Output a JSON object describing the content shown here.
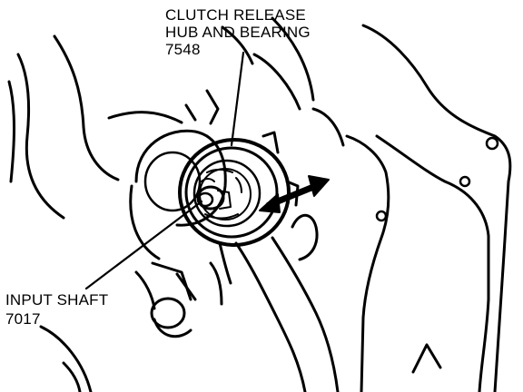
{
  "labels": {
    "clutch": {
      "line1": "CLUTCH RELEASE",
      "line2": "HUB AND BEARING",
      "part_number": "7548"
    },
    "input_shaft": {
      "line1": "INPUT SHAFT",
      "part_number": "7017"
    }
  },
  "colors": {
    "ink": "#000000",
    "paper": "#ffffff"
  }
}
